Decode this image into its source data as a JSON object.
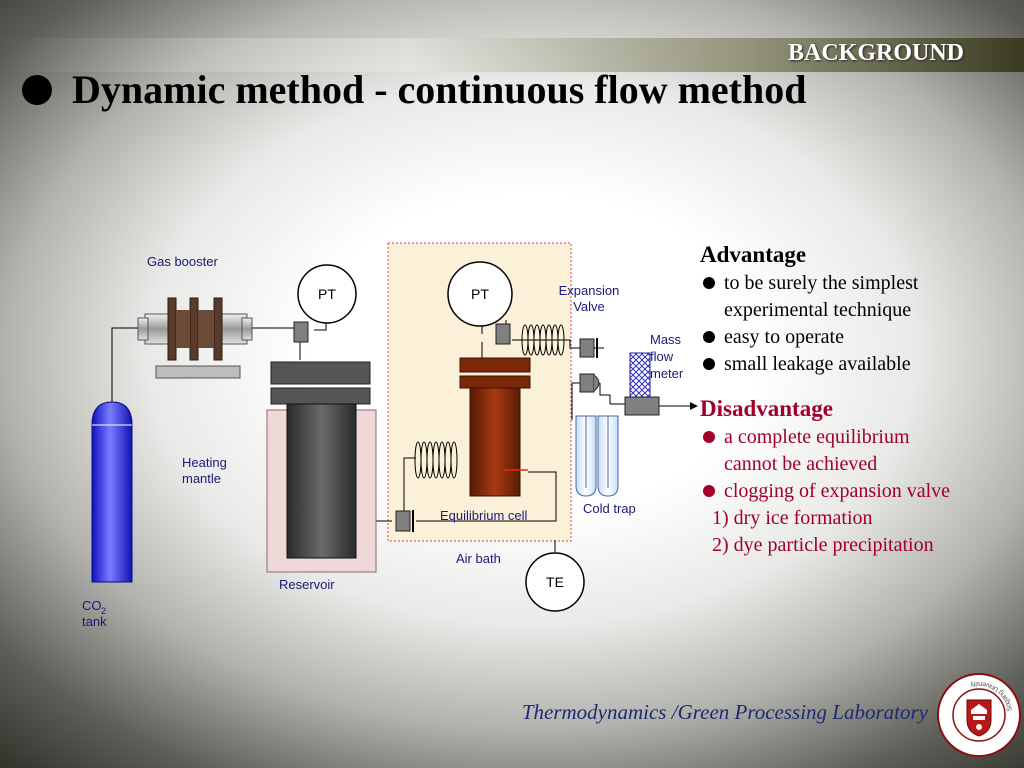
{
  "header": {
    "section": "BACKGROUND",
    "title": "Dynamic method - continuous flow method"
  },
  "diagram": {
    "labels": {
      "gas_booster": "Gas booster",
      "pt_left": "PT",
      "pt_right": "PT",
      "expansion_valve": [
        "Expansion",
        "Valve"
      ],
      "mass_flow_meter": [
        "Mass",
        "flow",
        "meter"
      ],
      "heating_mantle": [
        "Heating",
        "mantle"
      ],
      "equilibrium_cell": "Equilibrium cell",
      "cold_trap": "Cold trap",
      "air_bath": "Air bath",
      "te": "TE",
      "reservoir": "Reservoir",
      "co2": "CO",
      "co2_sub": "2",
      "tank": "tank"
    }
  },
  "advantage": {
    "title": "Advantage",
    "items": [
      [
        "to be surely the simplest",
        "experimental technique"
      ],
      [
        "easy to operate"
      ],
      [
        "small leakage available"
      ]
    ]
  },
  "disadvantage": {
    "title": "Disadvantage",
    "items": [
      [
        "a complete equilibrium",
        "cannot be achieved"
      ],
      [
        "clogging of expansion valve"
      ]
    ],
    "subitems": [
      "1) dry ice formation",
      "2) dye particle precipitation"
    ]
  },
  "footer": {
    "lab": "Thermodynamics /Green Processing Laboratory",
    "seal_text": "Sogang University"
  },
  "colors": {
    "disadvantage": "#a0002a",
    "label_text": "#1a1a7a",
    "air_bath_fill": "#fbf1d9",
    "air_bath_border": "#d0406a",
    "cell_fill": "#7a2808",
    "tank_fill": "#2d32e6",
    "mantle_fill": "#eed8d8",
    "reservoir_fill": "#444444",
    "footer_text": "#1f2a6e"
  }
}
